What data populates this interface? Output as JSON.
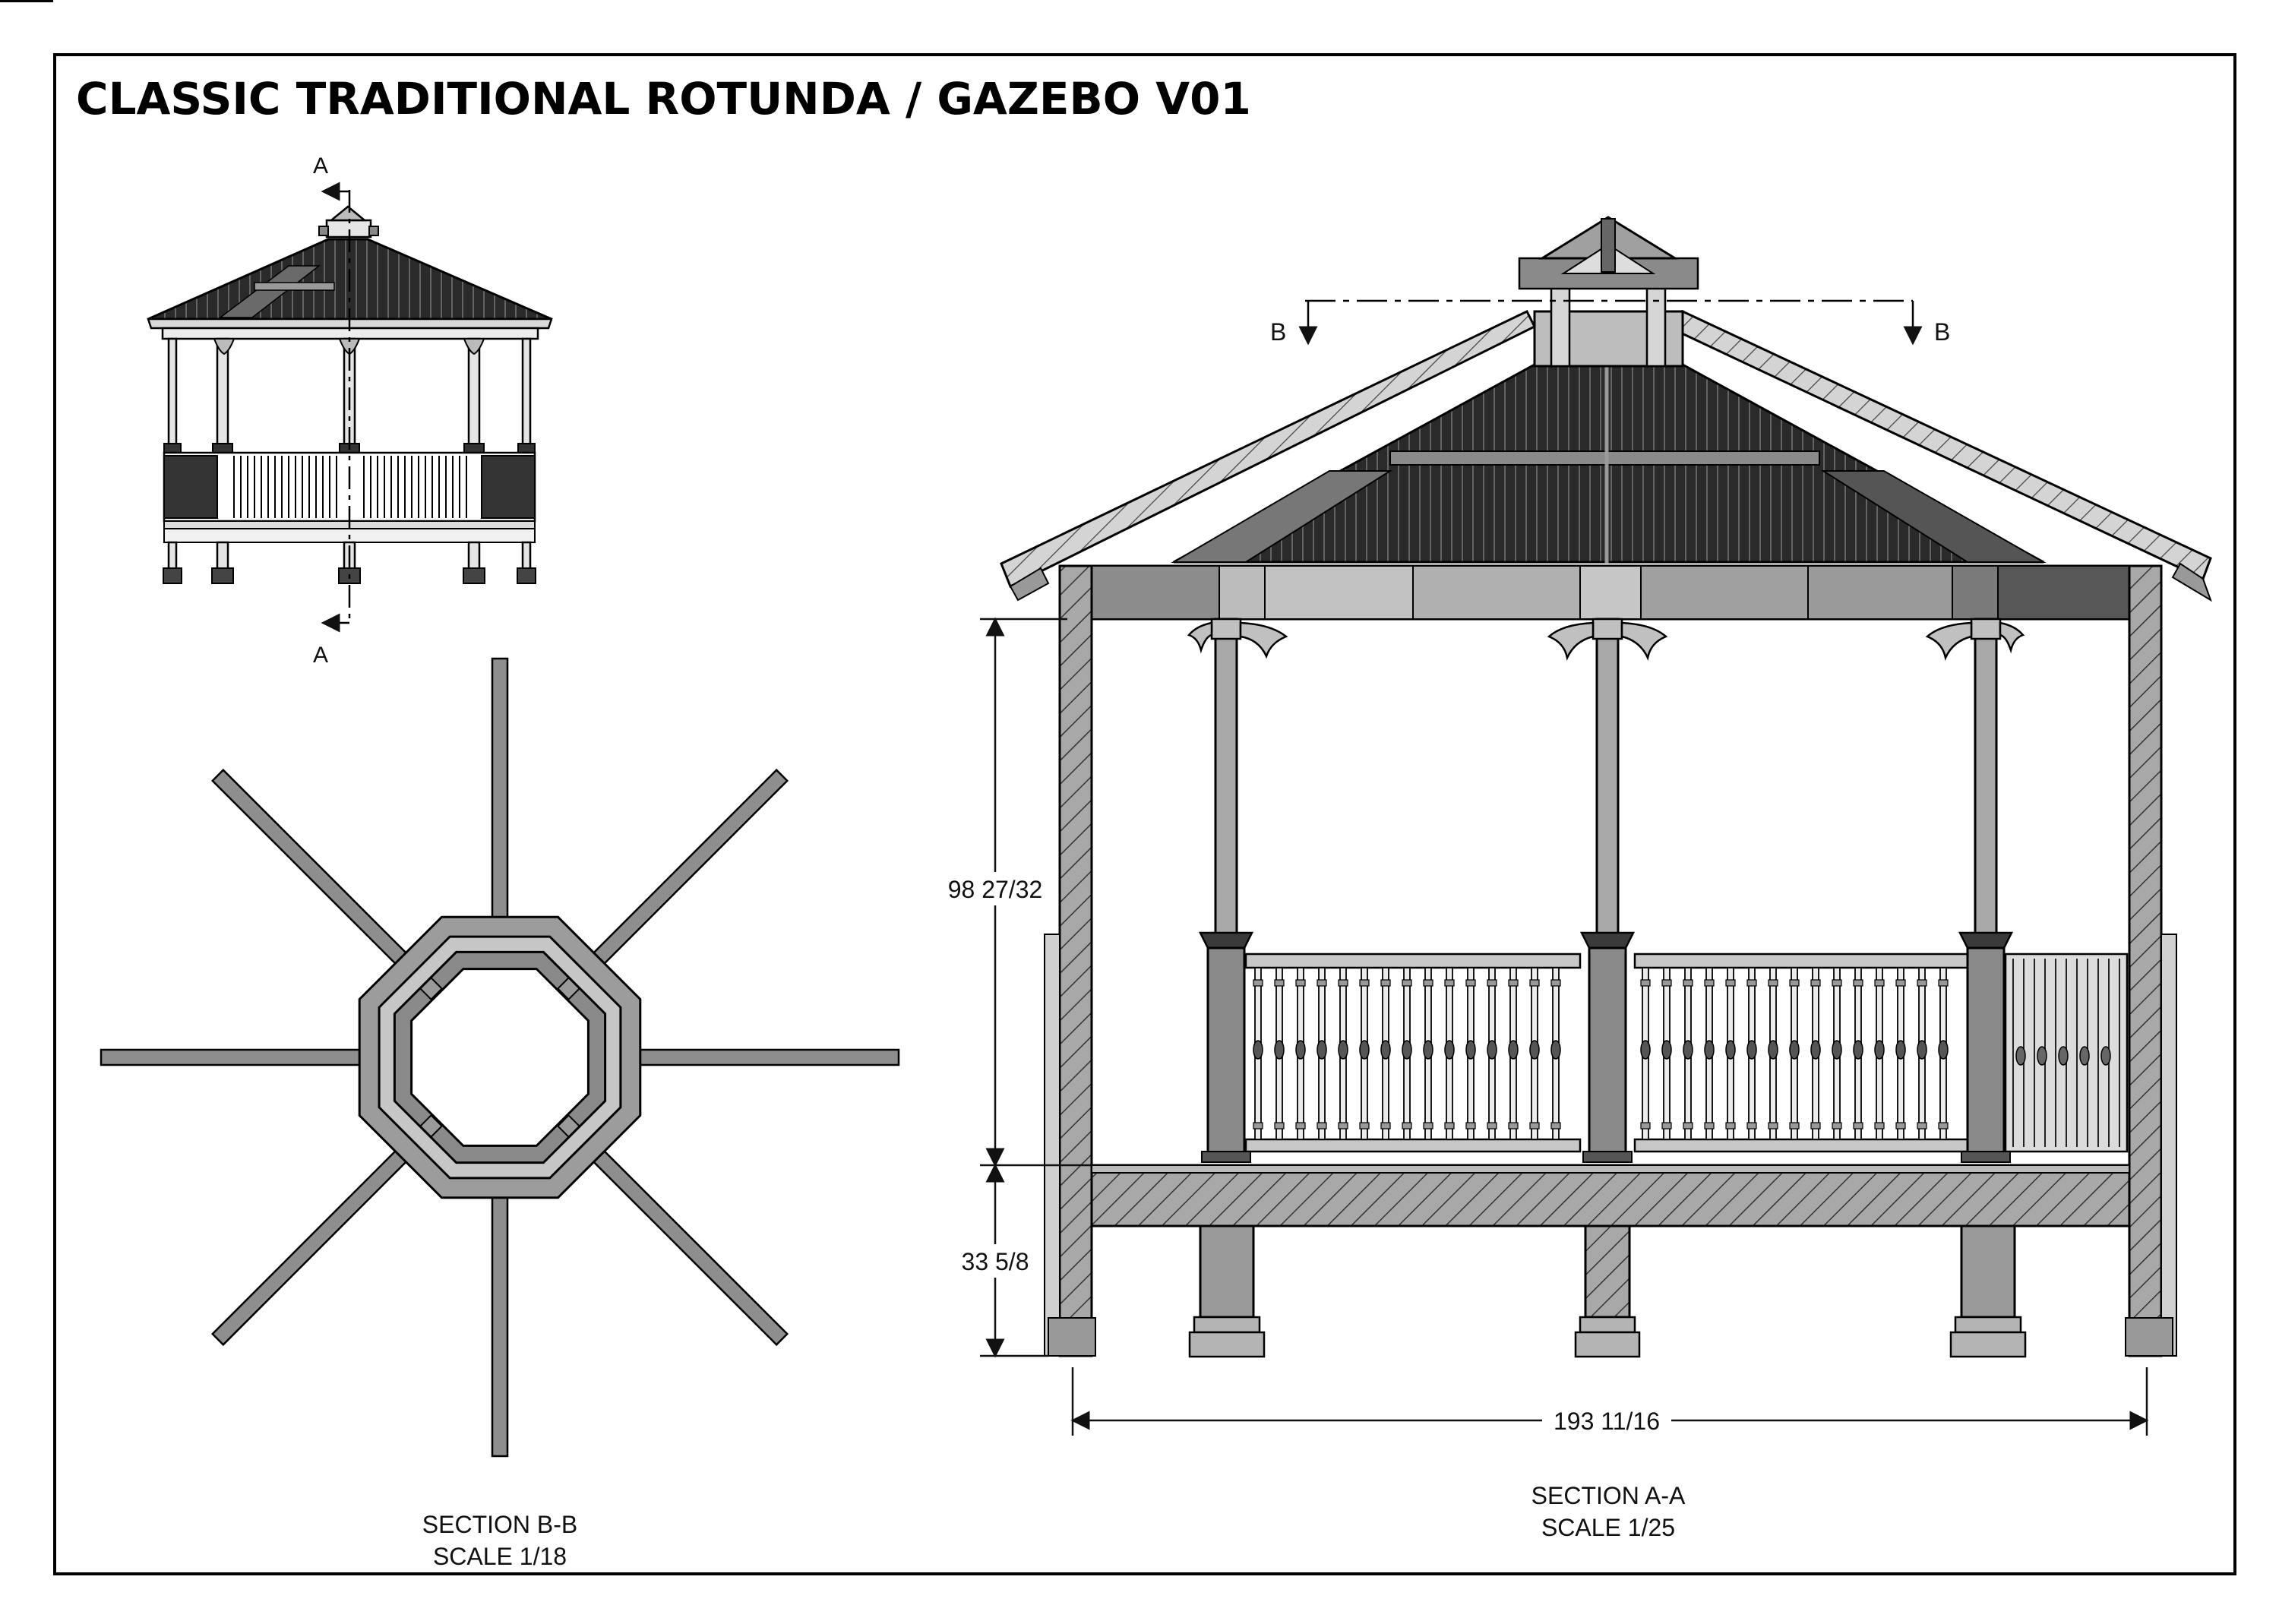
{
  "title": "CLASSIC TRADITIONAL ROTUNDA / GAZEBO V01",
  "elevation": {
    "cut_label_top": "A",
    "cut_label_bottom": "A"
  },
  "section_bb": {
    "name": "SECTION B-B",
    "scale": "SCALE 1/18"
  },
  "section_aa": {
    "name": "SECTION A-A",
    "scale": "SCALE 1/25",
    "cut_label_left": "B",
    "cut_label_right": "B",
    "dim_post_height": "98 27/32",
    "dim_floor_height": "33 5/8",
    "dim_width": "193 11/16"
  },
  "colors": {
    "roof_dark": "#2a2a2a",
    "panel_gray": "#9a9a9a",
    "light_gray": "#c8c8c8",
    "line": "#111111"
  }
}
